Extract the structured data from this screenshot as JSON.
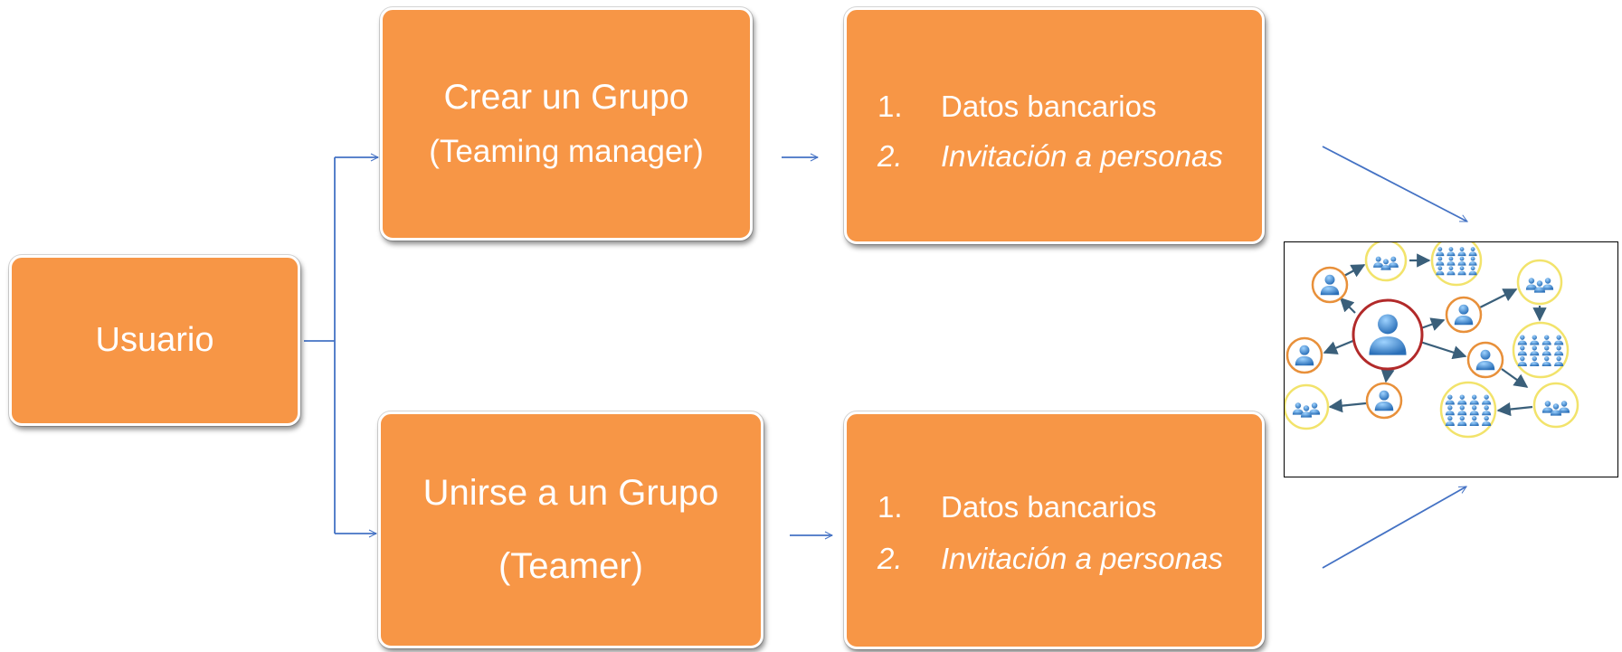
{
  "colors": {
    "box_fill": "#f79646",
    "box_text": "#ffffff",
    "connector": "#4472c4",
    "network_arrow": "#3a5f7a",
    "node_ring_orange": "#e8903a",
    "node_ring_yellow": "#f2e36b",
    "node_ring_center": "#b22a2a",
    "person_fill": "#3d8fd6"
  },
  "root": {
    "label": "Usuario"
  },
  "branches": [
    {
      "title": "Crear un Grupo",
      "subtitle": "(Teaming manager)",
      "steps": [
        {
          "num": "1.",
          "text": "Datos bancarios"
        },
        {
          "num": "2.",
          "text": "Invitación a personas"
        }
      ]
    },
    {
      "title": "Unirse a un Grupo",
      "subtitle": "(Teamer)",
      "steps": [
        {
          "num": "1.",
          "text": "Datos bancarios"
        },
        {
          "num": "2.",
          "text": "Invitación a personas"
        }
      ]
    }
  ],
  "network_image": {
    "icon": "people-network-icon"
  }
}
